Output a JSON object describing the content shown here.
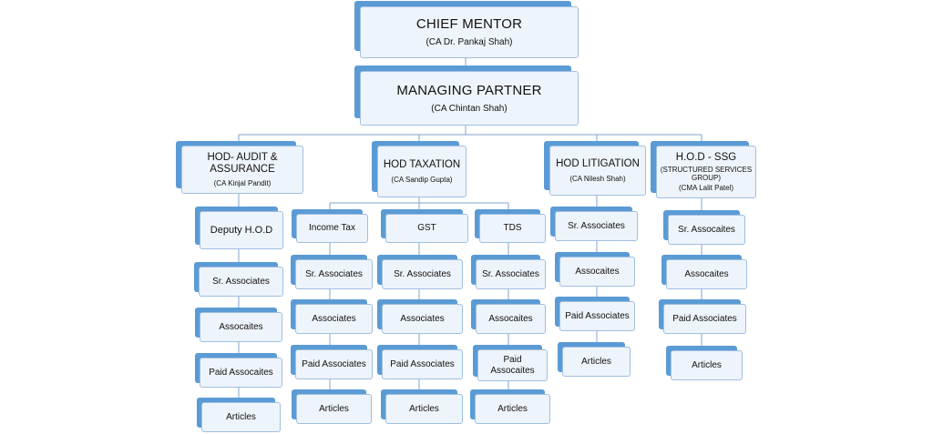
{
  "chief_mentor": {
    "title": "CHIEF MENTOR",
    "name": "(CA Dr. Pankaj Shah)"
  },
  "managing_partner": {
    "title": "MANAGING PARTNER",
    "name": "(CA Chintan Shah)"
  },
  "hods": [
    {
      "title": "HOD- AUDIT & ASSURANCE",
      "name": "(CA Kinjal Pandit)",
      "items": [
        "Deputy H.O.D",
        "Sr. Associates",
        "Assocaites",
        "Paid Assocaites",
        "Articles"
      ]
    },
    {
      "title": "HOD TAXATION",
      "name": "(CA Sandip Gupta)",
      "sub_departments": [
        {
          "label": "Income Tax",
          "items": [
            "Sr. Associates",
            "Associates",
            "Paid Associates",
            "Articles"
          ]
        },
        {
          "label": "GST",
          "items": [
            "Sr. Associates",
            "Associates",
            "Paid Associates",
            "Articles"
          ]
        },
        {
          "label": "TDS",
          "items": [
            "Sr. Associates",
            "Assocaites",
            "Paid Assocaites",
            "Articles"
          ]
        }
      ]
    },
    {
      "title": "HOD LITIGATION",
      "name": "(CA Nilesh Shah)",
      "items": [
        "Sr. Associates",
        "Assocaites",
        "Paid Associates",
        "Articles"
      ]
    },
    {
      "title": "H.O.D - SSG",
      "subtitle": "(STRUCTURED SERVICES GROUP)",
      "name": "(CMA Lalit Patel)",
      "items": [
        "Sr. Assocaites",
        "Assocaites",
        "Paid Associates",
        "Articles"
      ]
    }
  ],
  "colors": {
    "shadow": "#5b9bd5",
    "card": "#eef4fb",
    "border": "#9fbfe0",
    "line": "#7fa6cf"
  }
}
